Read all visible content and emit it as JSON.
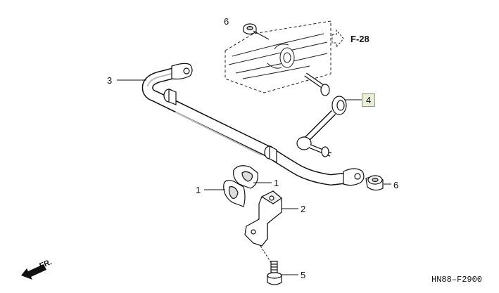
{
  "callouts": {
    "c6_top": "6",
    "c3": "3",
    "c4": "4",
    "c6_right": "6",
    "c1_upper": "1",
    "c1_left": "1",
    "c2": "2",
    "c5": "5"
  },
  "reference": "F-28",
  "direction_label": "FR.",
  "diagram_code": "HN88–F2900"
}
